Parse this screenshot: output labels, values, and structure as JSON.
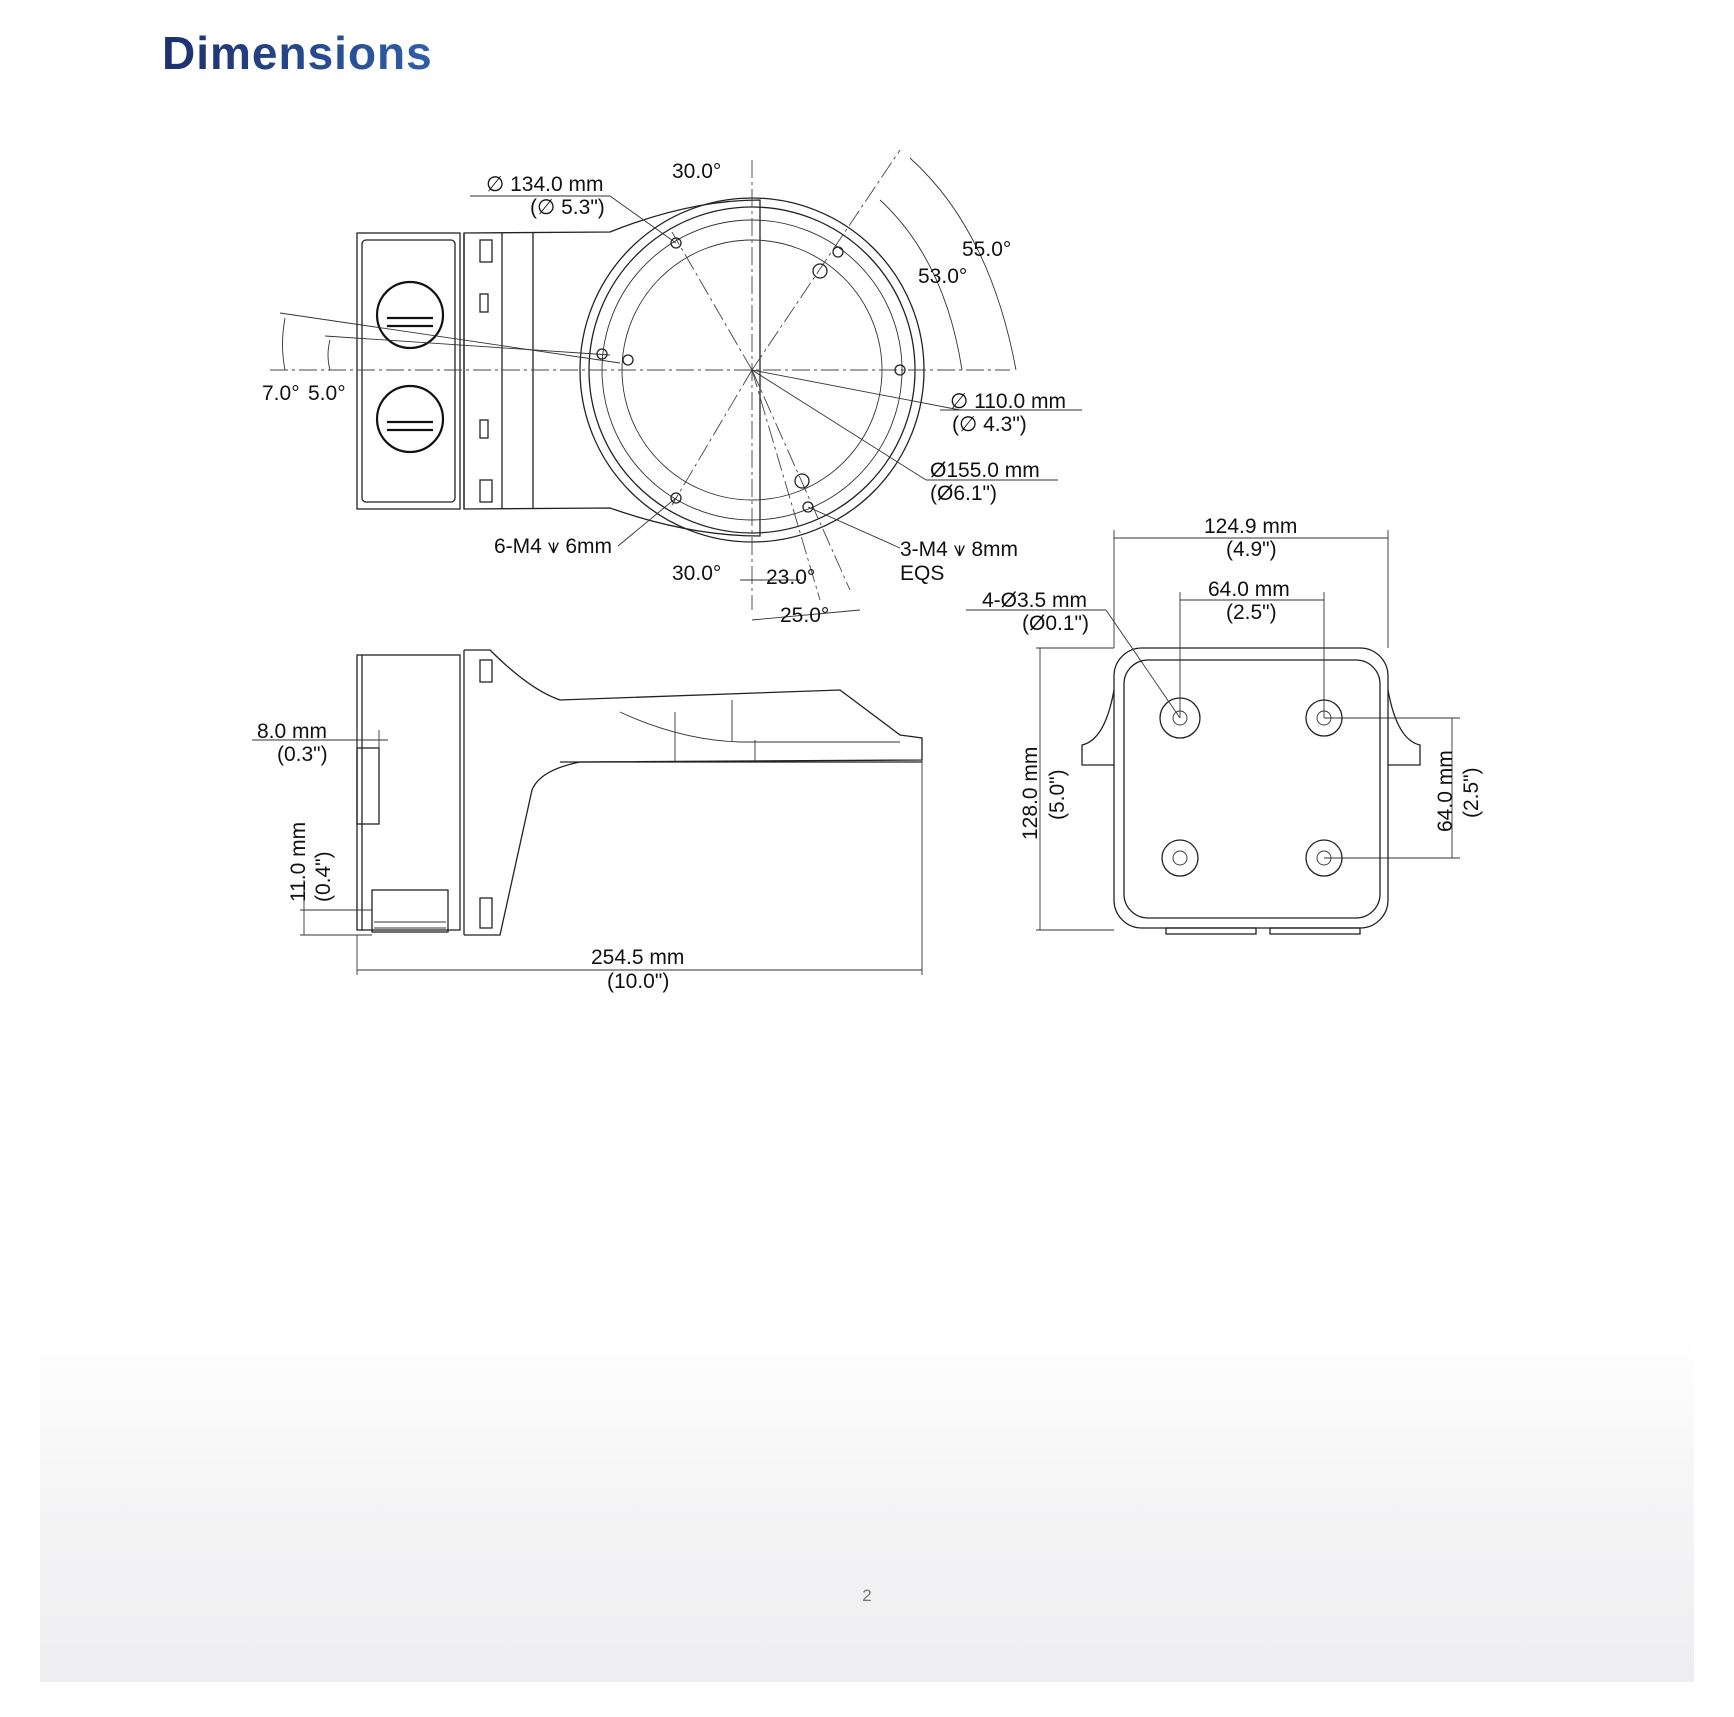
{
  "page": {
    "title": "Dimensions",
    "page_number": "2"
  },
  "colors": {
    "title_start": "#1e2f6e",
    "title_end": "#2f5fa8",
    "line": "#222222"
  },
  "top_view": {
    "angle_top_30": "30.0°",
    "dia_134_mm": "∅ 134.0 mm",
    "dia_134_in": "(∅ 5.3\")",
    "angle_55": "55.0°",
    "angle_53": "53.0°",
    "angle_7": "7.0°",
    "angle_5": "5.0°",
    "dia_110_mm": "∅ 110.0 mm",
    "dia_110_in": "(∅ 4.3\")",
    "dia_155_mm": "Ø155.0 mm",
    "dia_155_in": "(Ø6.1\")",
    "holes_6m4": "6-M4 ⩛ 6mm",
    "holes_3m4": "3-M4 ⩛ 8mm",
    "eqs": "EQS",
    "angle_bottom_30": "30.0°",
    "angle_23": "23.0°",
    "angle_25": "25.0°"
  },
  "side_view": {
    "dim_8_mm": "8.0 mm",
    "dim_8_in": "(0.3\")",
    "dim_11_mm": "11.0 mm",
    "dim_11_in": "(0.4\")",
    "dim_254_mm": "254.5 mm",
    "dim_254_in": "(10.0\")"
  },
  "back_view": {
    "width_mm": "124.9 mm",
    "width_in": "(4.9\")",
    "spacing_h_mm": "64.0 mm",
    "spacing_h_in": "(2.5\")",
    "holes_mm": "4-Ø3.5 mm",
    "holes_in": "(Ø0.1\")",
    "height_mm": "128.0 mm",
    "height_in": "(5.0\")",
    "spacing_v_mm": "64.0 mm",
    "spacing_v_in": "(2.5\")"
  }
}
